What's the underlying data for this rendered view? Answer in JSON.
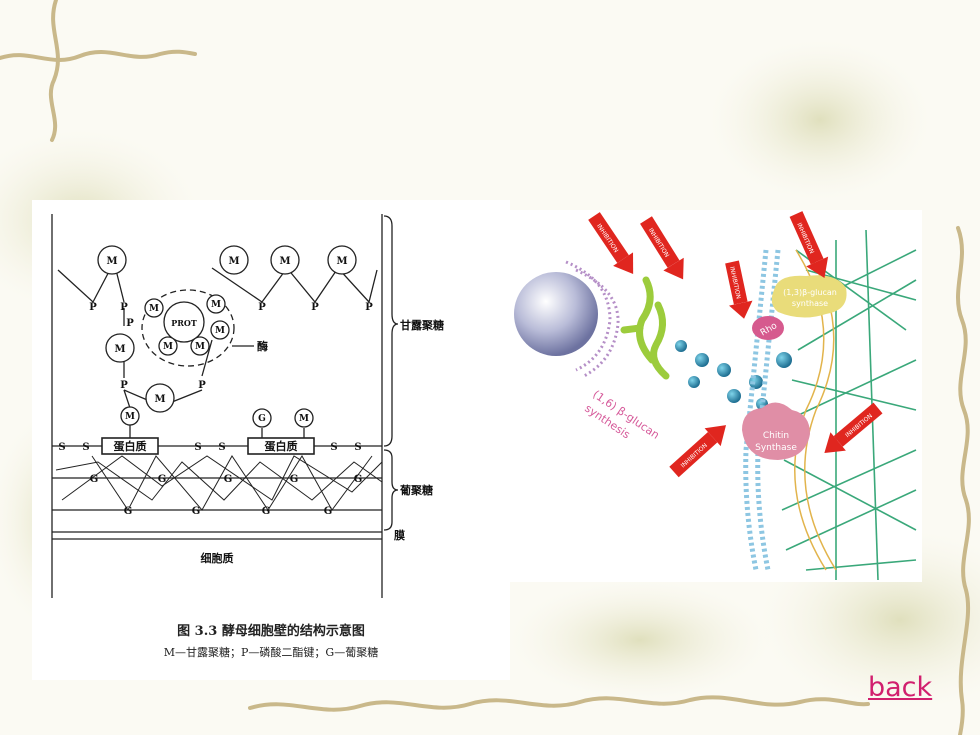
{
  "left_diagram": {
    "caption_title": "图 3.3   酵母细胞壁的结构示意图",
    "caption_legend": "M—甘露聚糖；P—磷酸二酯键；G—葡聚糖",
    "label_mannan": "甘露聚糖",
    "label_enzyme": "酶",
    "label_glucan": "葡聚糖",
    "label_membrane": "膜",
    "label_cytoplasm": "细胞质",
    "label_protein": "蛋白质",
    "label_prot": "PROT",
    "node_m": "M",
    "node_p": "P",
    "node_g": "G",
    "node_s": "S"
  },
  "right_diagram": {
    "inhibition_label": "INHIBITION",
    "label_b13_line1": "(1,3)β-glucan",
    "label_b13_line2": "synthase",
    "label_rho": "Rho",
    "label_chitin_line1": "Chitin",
    "label_chitin_line2": "Synthase",
    "label_b16_line1": "(1,6) β-glucan",
    "label_b16_line2": "synthesis"
  },
  "nav": {
    "back_label": "back"
  },
  "colors": {
    "link": "#d11f6e",
    "arrow_red": "#e0261f",
    "er_green": "#9ccc3c",
    "fiber_green": "#3aa87a",
    "b13_yellow": "#e9dc7a",
    "rho_pink": "#d65a8e",
    "chitin_pink": "#e08ea6",
    "dot_teal": "#1f8fb0"
  }
}
